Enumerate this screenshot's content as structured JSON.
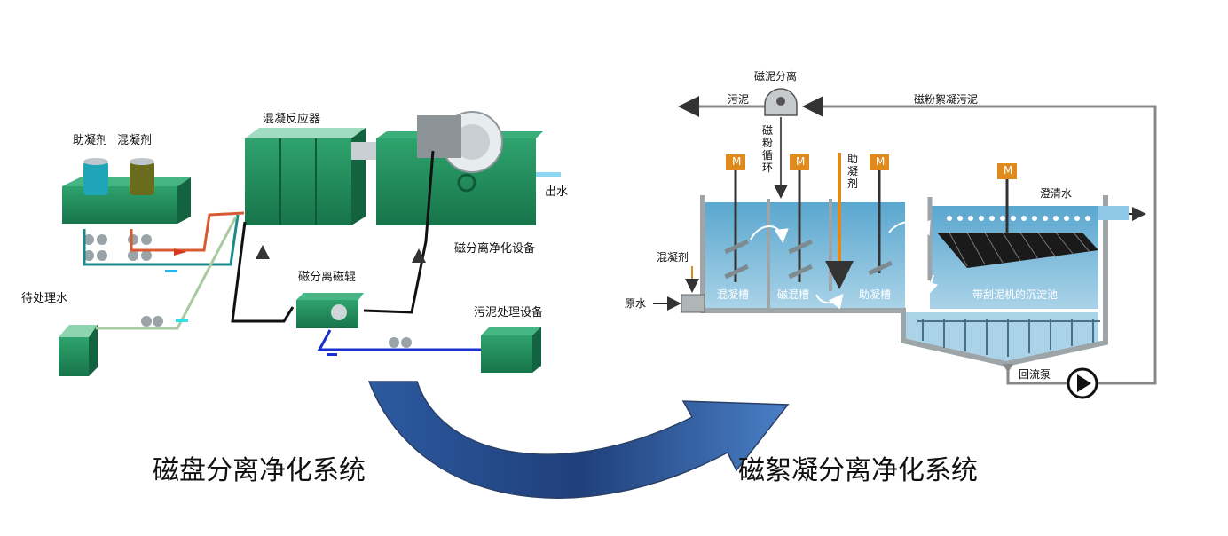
{
  "left_system": {
    "title": "磁盘分离净化系统",
    "labels": {
      "coagulant_aid": "助凝剂",
      "coagulant": "混凝剂",
      "reactor": "混凝反应器",
      "outlet": "出水",
      "magnetic_separator": "磁分离净化设备",
      "magnetic_roller": "磁分离磁辊",
      "raw_water": "待处理水",
      "sludge_equipment": "污泥处理设备"
    }
  },
  "right_system": {
    "title": "磁絮凝分离净化系统",
    "labels": {
      "sludge_separation": "磁泥分离",
      "sludge": "污泥",
      "mag_floc_sludge": "磁粉絮凝污泥",
      "mag_recycle": "磁粉循环",
      "coag_aid_dose": "助凝剂",
      "clear_water": "澄清水",
      "coagulant_dose": "混凝剂",
      "raw_water": "原水",
      "tank1": "混凝槽",
      "tank2": "磁混槽",
      "tank3": "助凝槽",
      "clarifier": "带刮泥机的沉淀池",
      "return_pump": "回流泵",
      "motor_symbol": "M"
    }
  },
  "colors": {
    "equipment_green": "#1f8a5a",
    "water_blue": "#3e8fb8",
    "arrow_blue": "#3d6fb0",
    "motor_orange": "#e08a1e"
  }
}
